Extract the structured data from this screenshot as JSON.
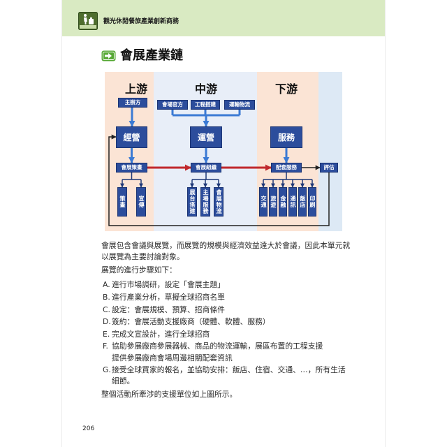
{
  "colors": {
    "header_band": "#d9eac2",
    "box_blue": "#2c4d9c",
    "arrow_blue": "#3b7ad4",
    "arrow_red": "#c0282d",
    "connector_navy": "#1e3877",
    "loop_line": "#222222",
    "upstream_bg": "#fbe4d5",
    "midstream_bg": "#e8eef8",
    "downstream_bg": "#fbe4d5",
    "evaluation_bg": "#dde9f5",
    "section_icon_green": "#56a834"
  },
  "header": {
    "icon": "traveler-luggage-icon",
    "book_title": "觀光休閒餐旅產業創新商務"
  },
  "section": {
    "icon": "green-arrow-icon",
    "title": "會展產業鏈"
  },
  "diagram": {
    "stages": {
      "upstream": "上游",
      "midstream": "中游",
      "downstream": "下游"
    },
    "upstream": {
      "sources": [
        "主辦方"
      ],
      "core": "經營",
      "function": "會展策畫",
      "tasks": [
        "策畫",
        "宣傳"
      ]
    },
    "midstream": {
      "sources": [
        "會場官方",
        "工程搭建",
        "運輸物流"
      ],
      "core": "運營",
      "function": "會展組織",
      "tasks": [
        "展台搭建",
        "主場服務",
        "會展物流"
      ]
    },
    "downstream": {
      "core": "服務",
      "function": "配套服務",
      "tasks": [
        "交通",
        "旅遊",
        "金融",
        "通訊",
        "飯店",
        "印刷"
      ]
    },
    "evaluation": "評估"
  },
  "body": {
    "intro_lines": [
      "會展包含會議與展覽，而展覽的規模與經濟效益遠大於會議，因此本單元就",
      "以展覽為主要討論對象。"
    ],
    "steps_heading": "展覽的進行步驟如下：",
    "steps": [
      {
        "label": "A.",
        "lines": [
          "進行市場調研，設定「會展主題」"
        ]
      },
      {
        "label": "B.",
        "lines": [
          "進行產業分析，草擬全球招商名單"
        ]
      },
      {
        "label": "C.",
        "lines": [
          "設定：會展規模、預算、招商條件"
        ]
      },
      {
        "label": "D.",
        "lines": [
          "簽約：會展活動支援廠商（硬體、軟體、服務）"
        ]
      },
      {
        "label": "E.",
        "lines": [
          "完成文宣設計，進行全球招商"
        ]
      },
      {
        "label": "F.",
        "lines": [
          "協助參展廠商參展器械、商品的物流運輸，展區布置的工程支援",
          "提供參展廠商會場周邊相關配套資訊"
        ]
      },
      {
        "label": "G.",
        "lines": [
          "接受全球買家的報名，並協助安排：飯店、住宿、交通、…，所有生活",
          "細節。"
        ]
      }
    ],
    "closing": "整個活動所牽涉的支援單位如上圖所示。"
  },
  "footer": {
    "page_number": "206"
  }
}
